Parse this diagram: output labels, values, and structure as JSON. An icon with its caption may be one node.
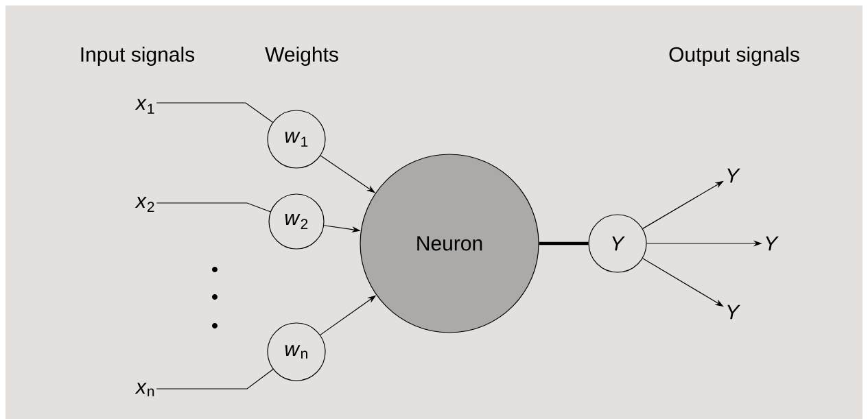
{
  "diagram": {
    "nodes": [
      {
        "text": [
          "*x*$_{1}$"
        ]
      },
      {
        "text": [
          "*x*$_{2}$"
        ]
      },
      {
        "text": [
          "*x*$_{n}$"
        ]
      },
      {
        "text": [
          "*w*$_{1}$"
        ]
      },
      {
        "text": [
          "*w*$_{2}$"
        ]
      },
      {
        "text": [
          "*w*$_{n}$"
        ]
      },
      {
        "text": [
          "Neuron"
        ]
      },
      {
        "text": [
          "*Y*"
        ]
      },
      {
        "text": [
          "*Y*"
        ]
      },
      {
        "text": [
          "*Y*"
        ]
      },
      {
        "text": [
          "*Y*"
        ]
      }
    ],
    "edges": [
      {
        "from": 0,
        "to": 3,
        "arrow": "none"
      },
      {
        "from": 1,
        "to": 4,
        "arrow": "none"
      },
      {
        "from": 2,
        "to": 5,
        "arrow": "none"
      },
      {
        "from": 3,
        "to": 6,
        "arrow": "to"
      },
      {
        "from": 4,
        "to": 6,
        "arrow": "to"
      },
      {
        "from": 5,
        "to": 6,
        "arrow": "to"
      },
      {
        "from": 6,
        "to": 7,
        "arrow": "none",
        "style": "thick"
      },
      {
        "from": 7,
        "to": 8,
        "arrow": "to"
      },
      {
        "from": 7,
        "to": 9,
        "arrow": "to"
      },
      {
        "from": 7,
        "to": 10,
        "arrow": "to"
      }
    ],
    "labels": [
      "Input signals",
      "Weights",
      "Output signals"
    ]
  }
}
